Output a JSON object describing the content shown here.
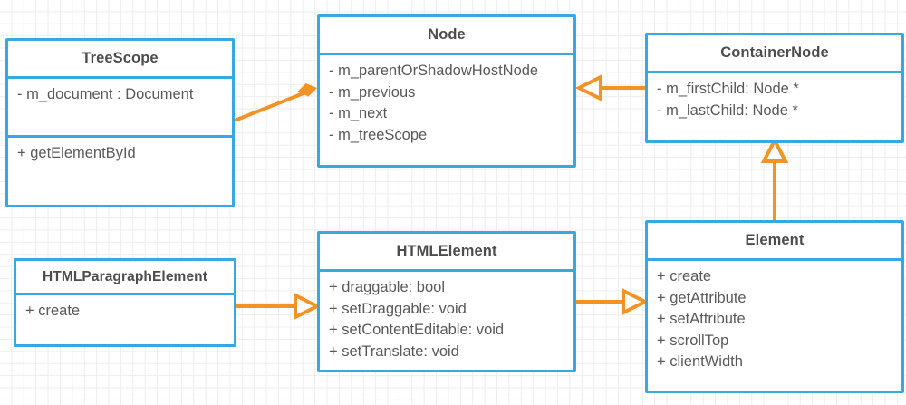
{
  "diagram": {
    "type": "uml-class-diagram",
    "colors": {
      "class_border": "#38a8e0",
      "connector": "#f39325",
      "text": "#595959",
      "title_text": "#4d4d4d",
      "grid": "#ededed",
      "background": "#ffffff"
    },
    "classes": [
      {
        "id": "treescope",
        "name": "TreeScope",
        "attributes": [
          "- m_document : Document"
        ],
        "methods": [
          "+ getElementById"
        ]
      },
      {
        "id": "node",
        "name": "Node",
        "attributes": [
          "- m_parentOrShadowHostNode",
          "- m_previous",
          "- m_next",
          "- m_treeScope"
        ],
        "methods": []
      },
      {
        "id": "containernode",
        "name": "ContainerNode",
        "attributes": [
          "- m_firstChild: Node *",
          "- m_lastChild: Node *"
        ],
        "methods": []
      },
      {
        "id": "htmlparagraphelement",
        "name": "HTMLParagraphElement",
        "attributes": [
          "+ create"
        ],
        "methods": []
      },
      {
        "id": "htmlelement",
        "name": "HTMLElement",
        "attributes": [
          "+ draggable: bool",
          "+ setDraggable: void",
          "+ setContentEditable: void",
          "+ setTranslate: void"
        ],
        "methods": []
      },
      {
        "id": "element",
        "name": "Element",
        "attributes": [
          "+ create",
          "+ getAttribute",
          "+ setAttribute",
          "+ scrollTop",
          "+ clientWidth"
        ],
        "methods": []
      }
    ],
    "connectors": [
      {
        "id": "treescope-node",
        "from": "treescope",
        "to": "node",
        "relation": "composition",
        "marker": "filled-diamond"
      },
      {
        "id": "containernode-node",
        "from": "containernode",
        "to": "node",
        "relation": "generalization",
        "marker": "hollow-triangle"
      },
      {
        "id": "element-containernode",
        "from": "element",
        "to": "containernode",
        "relation": "generalization",
        "marker": "hollow-triangle"
      },
      {
        "id": "htmlelement-element",
        "from": "htmlelement",
        "to": "element",
        "relation": "generalization",
        "marker": "hollow-triangle"
      },
      {
        "id": "htmlparagraphelement-htmlelement",
        "from": "htmlparagraphelement",
        "to": "htmlelement",
        "relation": "generalization",
        "marker": "hollow-triangle"
      }
    ]
  }
}
